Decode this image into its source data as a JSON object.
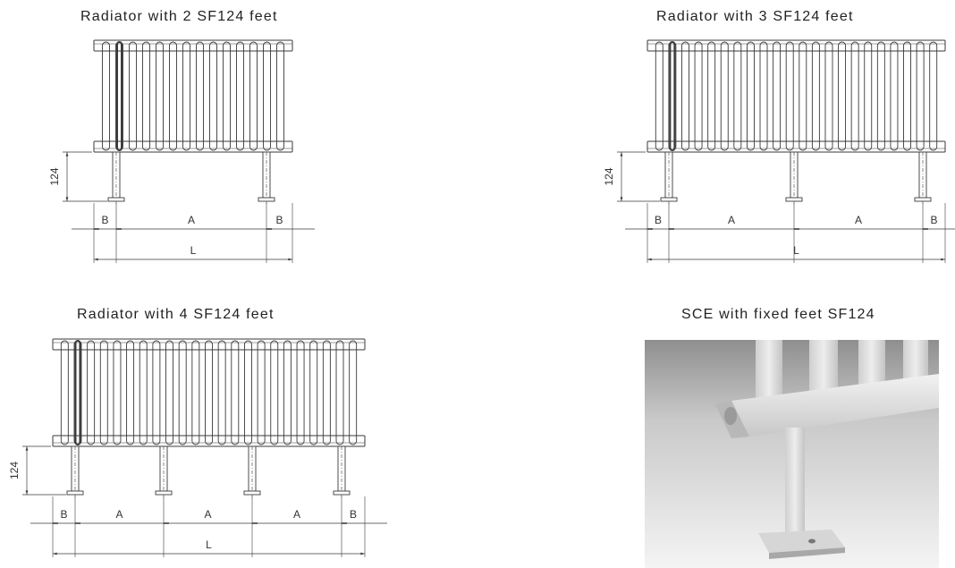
{
  "diagrams": [
    {
      "title": "Radiator with 2 SF124 feet",
      "height_label": "124",
      "dim_labels": [
        "B",
        "A",
        "B"
      ],
      "overall_label": "L"
    },
    {
      "title": "Radiator with 3 SF124 feet",
      "height_label": "124",
      "dim_labels": [
        "B",
        "A",
        "A",
        "B"
      ],
      "overall_label": "L"
    },
    {
      "title": "Radiator with 4 SF124 feet",
      "height_label": "124",
      "dim_labels": [
        "B",
        "A",
        "A",
        "A",
        "B"
      ],
      "overall_label": "L"
    }
  ],
  "photo": {
    "title": "SCE with fixed feet SF124"
  },
  "colors": {
    "line": "#3a3a3a",
    "photo_bg": "#9a9a9a",
    "photo_metal": "#dcdcdc"
  }
}
